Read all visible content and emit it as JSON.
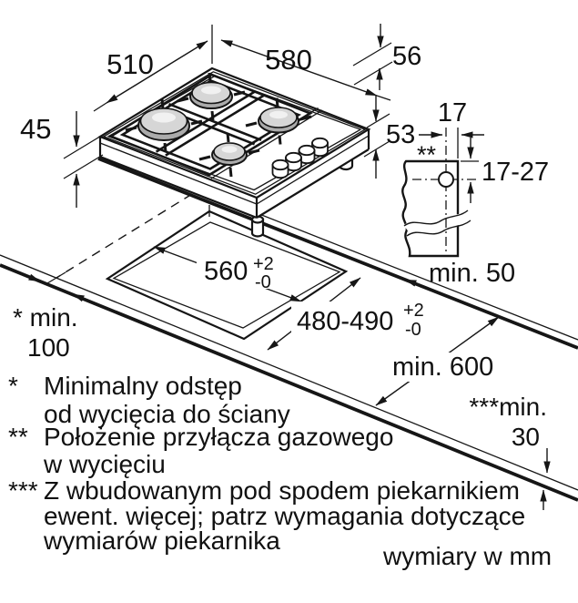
{
  "diagram": {
    "units_note": "wymiary w mm",
    "hob": {
      "width": "580",
      "depth": "510",
      "built_in_depth": "45",
      "height_with_pan_support": "56",
      "height_total": "53"
    },
    "gas_connection": {
      "marker": "**",
      "offset_from_center": "17",
      "depth_range": "17-27"
    },
    "cutout": {
      "width": "560",
      "depth": "480-490",
      "tol_plus": "+2",
      "tol_minus": "-0"
    },
    "clearances": {
      "back": "min. 50",
      "side_label": "* min.",
      "side_value": "100",
      "worktop_depth": "min. 600",
      "worktop_thickness_label": "***min.",
      "worktop_thickness_value": "30"
    },
    "footnotes": [
      {
        "marker": "*",
        "lines": [
          "Minimalny odstęp",
          "od wycięcia do ściany"
        ]
      },
      {
        "marker": "**",
        "lines": [
          "Położenie przyłącza gazowego",
          "w wycięciu"
        ]
      },
      {
        "marker": "***",
        "lines": [
          "Z wbudowanym pod spodem piekarnikiem",
          "ewent. więcej; patrz wymagania dotyczące",
          "wymiarów piekarnika"
        ]
      }
    ]
  }
}
